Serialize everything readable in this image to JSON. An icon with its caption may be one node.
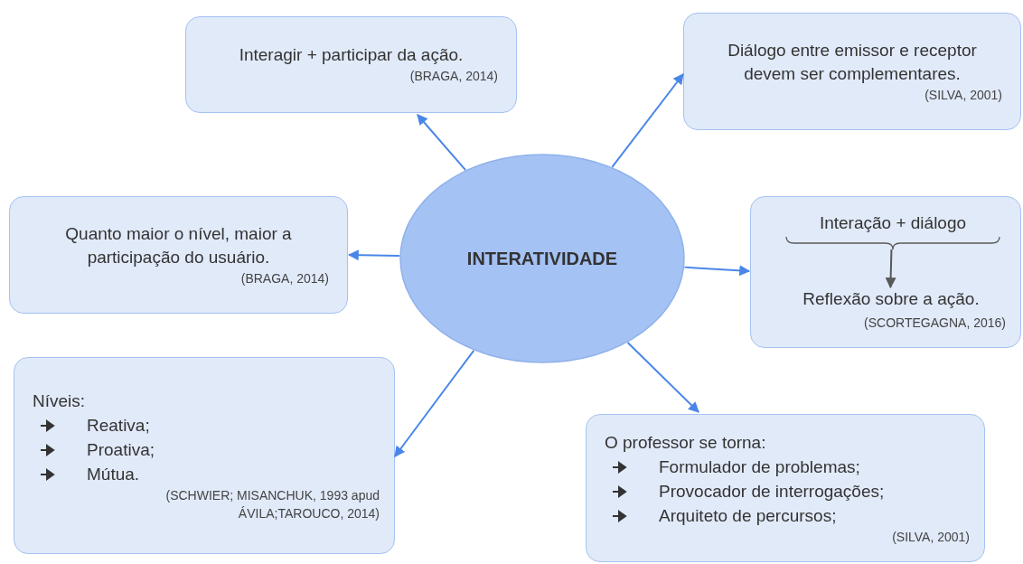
{
  "diagram": {
    "nodes": [
      {
        "text": [
          "INTERATIVIDADE"
        ]
      },
      {
        "text": [
          "Interagir + participar da ação.",
          "(BRAGA, 2014)"
        ]
      },
      {
        "text": [
          "Diálogo entre emissor e receptor devem ser complementares.",
          "(SILVA, 2001)"
        ]
      },
      {
        "text": [
          "Quanto maior o nível, maior a participação do usuário.",
          "(BRAGA, 2014)"
        ]
      },
      {
        "text": [
          "(SCORTEGAGNA, 2016)"
        ]
      },
      {
        "text": [
          "Interação + diálogo"
        ],
        "in": 4
      },
      {
        "text": [
          "Reflexão sobre a ação."
        ],
        "in": 4
      },
      {
        "text": [
          "Níveis:",
          "Reativa;",
          "Proativa;",
          "Mútua.",
          "(SCHWIER; MISANCHUK, 1993 apud ÁVILA;TAROUCO, 2014)"
        ]
      },
      {
        "text": [
          "O professor se torna:",
          "Formulador de problemas;",
          "Provocador de interrogações;",
          "Arquiteto de percursos;",
          "(SILVA, 2001)"
        ]
      }
    ],
    "edges": [
      {
        "from": 0,
        "to": 1,
        "arrow": "to"
      },
      {
        "from": 0,
        "to": 2,
        "arrow": "to"
      },
      {
        "from": 0,
        "to": 3,
        "arrow": "to"
      },
      {
        "from": 0,
        "to": 4,
        "arrow": "to"
      },
      {
        "from": 5,
        "to": 6,
        "arrow": "to",
        "color": "#595959"
      },
      {
        "from": 0,
        "to": 7,
        "arrow": "to"
      },
      {
        "from": 0,
        "to": 8,
        "arrow": "to"
      }
    ]
  }
}
